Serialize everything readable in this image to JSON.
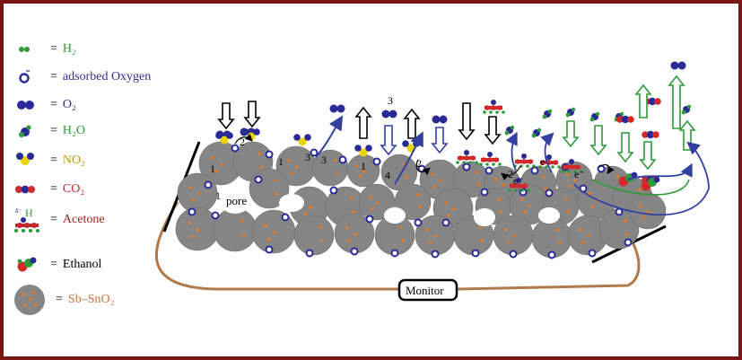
{
  "legend": {
    "items": [
      {
        "symbol": "=",
        "label": "H₂",
        "color": "#2e9a3a",
        "icon": "hydrogen-icon"
      },
      {
        "symbol": "=",
        "label": "adsorbed Oxygen",
        "color": "#2f2f8c",
        "icon": "adsorbed-oxygen-icon"
      },
      {
        "symbol": "=",
        "label": "O₂",
        "color": "#2f2f8c",
        "icon": "oxygen-molecule-icon"
      },
      {
        "symbol": "=",
        "label": "H₂O",
        "color": "#2e9a3a",
        "icon": "water-molecule-icon"
      },
      {
        "symbol": "=",
        "label": "NO₂",
        "color": "#d6b800",
        "icon": "nitrogen-dioxide-icon"
      },
      {
        "symbol": "=",
        "label": "CO₂",
        "color": "#c0282d",
        "icon": "carbon-dioxide-icon"
      },
      {
        "symbol": "=",
        "label": "Acetone",
        "color": "#a02020",
        "icon": "acetone-icon"
      },
      {
        "symbol": "=",
        "label": "Ethanol",
        "color": "#000000",
        "icon": "ethanol-icon"
      },
      {
        "symbol": "=",
        "label": "Sb–SnO₂",
        "color": "#c5743a",
        "icon": "sb-sno2-particle-icon"
      }
    ]
  },
  "diagram": {
    "pore_label": "pore",
    "monitor_label": "Monitor",
    "step_labels": [
      "1",
      "2",
      "3",
      "3",
      "1",
      "4",
      "2",
      "1",
      "1",
      "2",
      "3"
    ],
    "electron_labels": [
      "e⁻",
      "e⁻",
      "e⁻"
    ],
    "acetone_h_label": "H"
  },
  "colors": {
    "frame": "#7a1515",
    "particle": "#858585",
    "dot": "#e07b2a",
    "oxygen": "#2a2a96",
    "water": "#2e9a3a",
    "no2": "#e8d400",
    "co2": "#d22a2a",
    "wire": "#b27a4a",
    "arrow_blue": "#3340a0",
    "arrow_green": "#2e9a3a"
  }
}
